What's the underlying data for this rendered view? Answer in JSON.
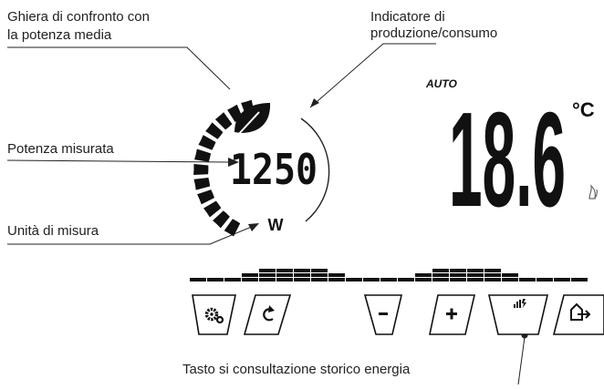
{
  "callouts": {
    "ring_line1": "Ghiera di confronto con",
    "ring_line2": "la potenza media",
    "indicator_line1": "Indicatore di",
    "indicator_line2": "produzione/consumo",
    "power_measured": "Potenza misurata",
    "unit_of_measure": "Unità di misura",
    "history_key": "Tasto si consultazione storico energia"
  },
  "display": {
    "power_value": "1250",
    "power_unit": "W",
    "mode": "AUTO",
    "temperature": "18.6",
    "temperature_unit": "°C"
  },
  "ring": {
    "segments_total": 12,
    "segments_lit": 12
  },
  "bar_graph": {
    "levels": [
      1,
      1,
      1,
      2,
      3,
      3,
      3,
      3,
      2,
      1,
      1,
      1,
      1,
      2,
      3,
      3,
      3,
      3,
      2,
      1,
      1,
      1,
      1
    ]
  },
  "buttons": [
    {
      "name": "settings-button",
      "icon": "gears-icon"
    },
    {
      "name": "reset-button",
      "icon": "refresh-icon"
    },
    {
      "name": "minus-button",
      "icon": "minus-icon"
    },
    {
      "name": "plus-button",
      "icon": "plus-icon"
    },
    {
      "name": "energy-history-button",
      "icon": "energy-chart-icon"
    },
    {
      "name": "exit-button",
      "icon": "exit-icon"
    }
  ]
}
